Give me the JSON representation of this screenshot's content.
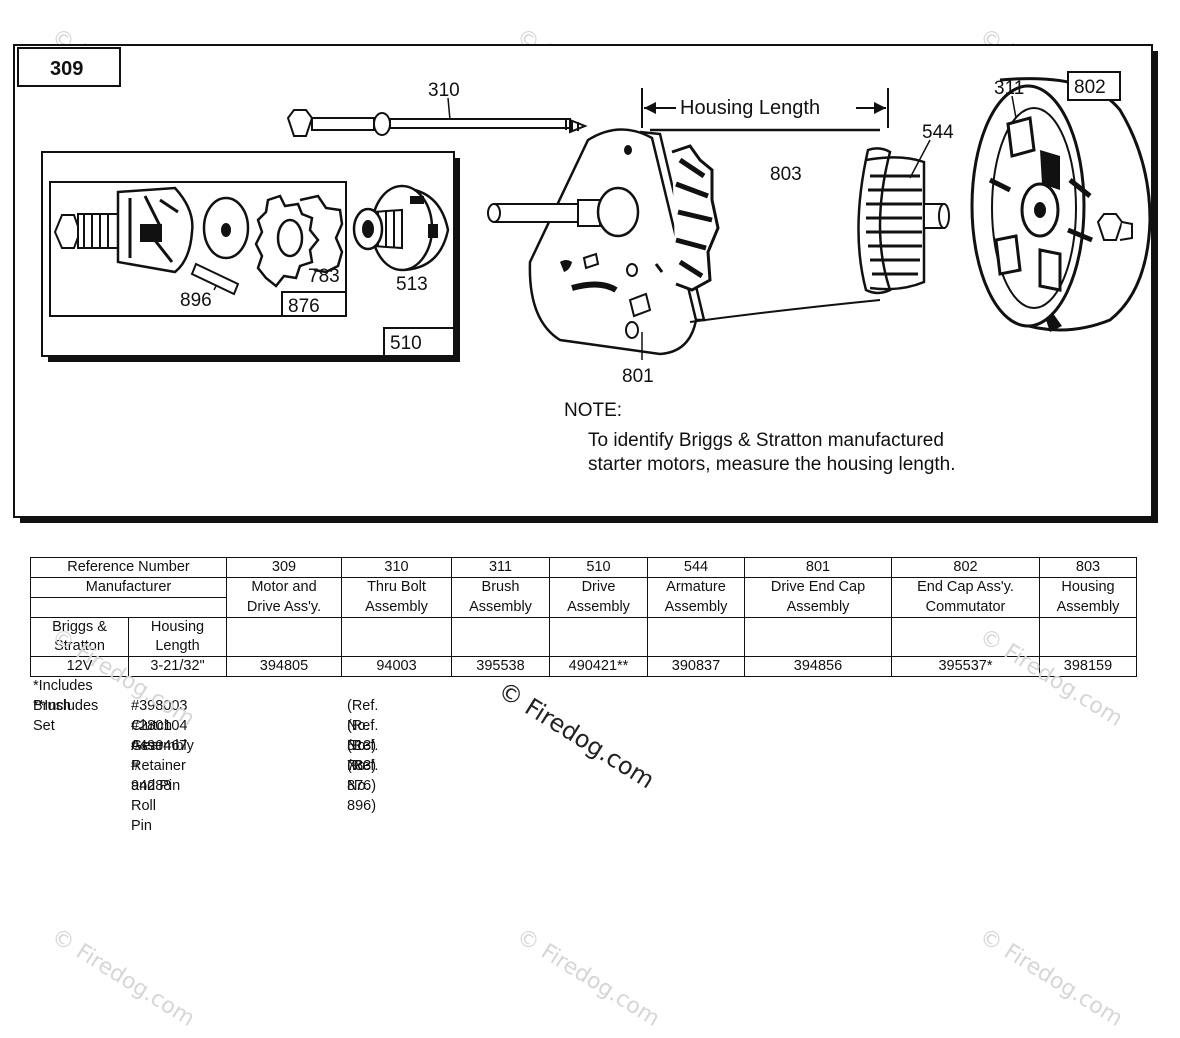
{
  "diagram": {
    "group_label": "309",
    "callouts": {
      "thru_bolt": "310",
      "brush": "311",
      "end_cap": "802",
      "armature": "544",
      "housing": "803",
      "drive_end_cap": "801",
      "roll_pin": "896",
      "retainer": "876",
      "gear": "783",
      "clutch": "513",
      "drive": "510"
    },
    "dimension_label": "Housing Length",
    "note": {
      "title": "NOTE:",
      "line1": "To identify Briggs & Stratton manufactured",
      "line2": "starter motors, measure the housing length."
    },
    "watermark": "© Firedog.com"
  },
  "table": {
    "header_ref": "Reference Number",
    "header_mfr": "Manufacturer",
    "sub_col1": [
      "Briggs &",
      "Stratton"
    ],
    "sub_col2": [
      "Housing",
      "Length"
    ],
    "columns": [
      {
        "ref": "309",
        "line1": "Motor and",
        "line2": "Drive Ass'y.",
        "value": "394805"
      },
      {
        "ref": "310",
        "line1": "Thru Bolt",
        "line2": "Assembly",
        "value": "94003"
      },
      {
        "ref": "311",
        "line1": "Brush",
        "line2": "Assembly",
        "value": "395538"
      },
      {
        "ref": "510",
        "line1": "Drive",
        "line2": "Assembly",
        "value": "490421**"
      },
      {
        "ref": "544",
        "line1": "Armature",
        "line2": "Assembly",
        "value": "390837"
      },
      {
        "ref": "801",
        "line1": "Drive End Cap",
        "line2": "Assembly",
        "value": "394856"
      },
      {
        "ref": "802",
        "line1": "End Cap Ass'y.",
        "line2": "Commutator",
        "value": "395537*"
      },
      {
        "ref": "803",
        "line1": "Housing",
        "line2": "Assembly",
        "value": "398159"
      }
    ],
    "row_voltage": "12V",
    "row_length": "3-21/32\""
  },
  "footnotes": {
    "note1": "*Includes Brush Set",
    "note2_prefix": "**Includes",
    "items": [
      {
        "part": "#398003 Clutch Assembly",
        "ref": "(Ref. No. 513)"
      },
      {
        "part": "#280104 Gear",
        "ref": "(Ref. No. 783)"
      },
      {
        "part": "#490467 Retainer and Pin",
        "ref": "(Ref. No. 876)"
      },
      {
        "part": "# 94288 Roll Pin",
        "ref": "(Ref. No. 896)"
      }
    ]
  }
}
